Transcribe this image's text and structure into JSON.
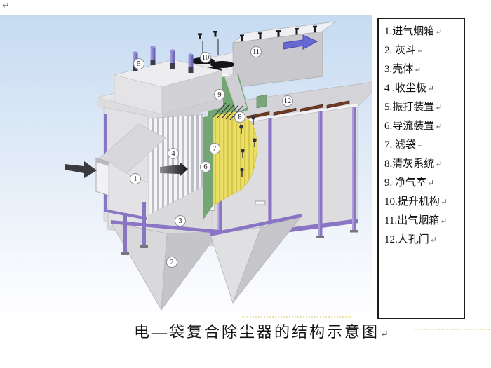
{
  "marks": {
    "return": "↵"
  },
  "legend": {
    "items": [
      "1.进气烟箱",
      "2.  灰斗",
      "3.壳体",
      "4 .收尘极",
      "5.振打装置",
      "6.导流装置",
      "7.  滤袋",
      "8.清灰系统",
      "9.  净气室",
      "10.提升机构",
      "11.出气烟箱",
      "12.人孔门"
    ]
  },
  "caption": {
    "text": "电—袋复合除尘器的结构示意图"
  },
  "diagram": {
    "labels": [
      "1",
      "2",
      "3",
      "4",
      "5",
      "6",
      "7",
      "8",
      "9",
      "10",
      "11",
      "12"
    ],
    "colors": {
      "background_top": "#c6dbf2",
      "background_bottom": "#fdfdff",
      "structure_purple": "#8a74c4",
      "panel_green": "#74a674",
      "filterbag_yellow": "#ecdf66",
      "rapping_bar_brown": "#6e3a24",
      "flow_arrow_blue": "#6868d2",
      "inlet_arrow_dark": "#3a3a3e"
    }
  }
}
